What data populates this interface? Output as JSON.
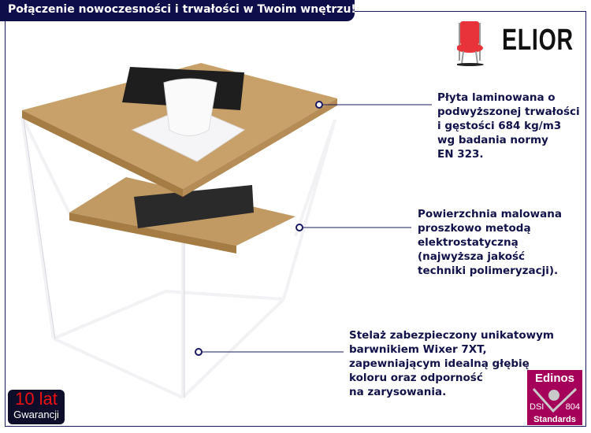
{
  "banner": {
    "title": "Połączenie nowoczesności i trwałości w Twoim wnętrzu!"
  },
  "brand": {
    "name": "ELIOR",
    "icon": "red-chair-icon",
    "color": "#e8333a"
  },
  "features": [
    {
      "text": "Płyta laminowana o\npodwyższonej trwałości\ni gęstości 684 kg/m3\nwg badania normy\nEN 323."
    },
    {
      "text": "Powierzchnia malowana\nproszkowo metodą\nelektrostatyczną\n(najwyższa jakość\ntechniki polimeryzacji)."
    },
    {
      "text": "Stelaż zabezpieczony unikatowym\nbarwnikiem Wixer 7XT,\nzapewniającym idealną głębię\nkoloru oraz odporność\nna zarysowania."
    }
  ],
  "warranty": {
    "years": "10 lat",
    "label": "Gwarancji"
  },
  "certificate": {
    "brand": "Edinos",
    "left": "DSI",
    "right": "804",
    "bottom": "Standards",
    "color": "#a5005a"
  },
  "colors": {
    "navy": "#0e0e4a",
    "wood": "#c19a63"
  }
}
